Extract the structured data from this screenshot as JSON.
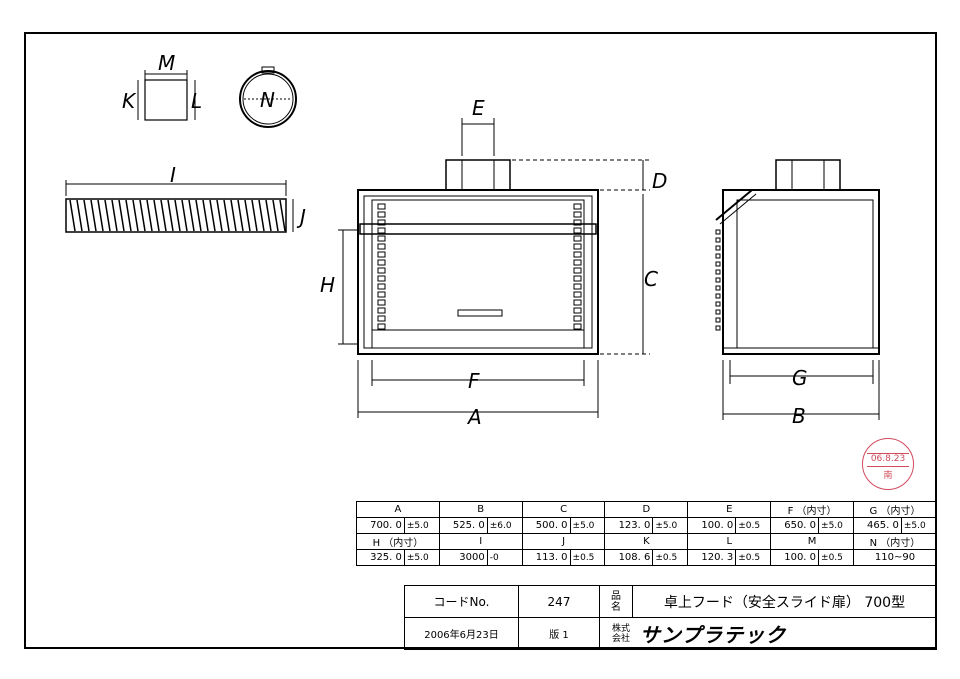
{
  "labels": {
    "A": "A",
    "B": "B",
    "C": "C",
    "D": "D",
    "E": "E",
    "F": "F",
    "G": "G",
    "H": "H",
    "I": "I",
    "J": "J",
    "K": "K",
    "L": "L",
    "M": "M",
    "N": "N"
  },
  "spec_table": {
    "row1_headers": [
      "A",
      "B",
      "C",
      "D",
      "E",
      "F （内寸）",
      "G （内寸）"
    ],
    "row1_values": [
      {
        "val": "700. 0",
        "tol": "±5.0"
      },
      {
        "val": "525. 0",
        "tol": "±6.0"
      },
      {
        "val": "500. 0",
        "tol": "±5.0"
      },
      {
        "val": "123. 0",
        "tol": "±5.0"
      },
      {
        "val": "100. 0",
        "tol": "±0.5"
      },
      {
        "val": "650. 0",
        "tol": "±5.0"
      },
      {
        "val": "465. 0",
        "tol": "±5.0"
      }
    ],
    "row2_headers": [
      "H （内寸）",
      "I",
      "J",
      "K",
      "L",
      "M",
      "N （内寸）"
    ],
    "row2_values": [
      {
        "val": "325. 0",
        "tol": "±5.0"
      },
      {
        "val": "3000",
        "tol": "-0"
      },
      {
        "val": "113. 0",
        "tol": "±0.5"
      },
      {
        "val": "108. 6",
        "tol": "±0.5"
      },
      {
        "val": "120. 3",
        "tol": "±0.5"
      },
      {
        "val": "100. 0",
        "tol": "±0.5"
      },
      {
        "val": "110~90",
        "tol": ""
      }
    ]
  },
  "title_block": {
    "code_label": "コードNo.",
    "code_value": "247",
    "hinmei_label_1": "品",
    "hinmei_label_2": "名",
    "product_name": "卓上フード（安全スライド扉） 700型",
    "date": "2006年6月23日",
    "version": "版 1",
    "company_prefix_1": "株式",
    "company_prefix_2": "会社",
    "company_name": "サンプラテック"
  },
  "stamp": {
    "date": "06.8.23",
    "mark": "南"
  },
  "colors": {
    "line": "#000000",
    "stamp": "#d04a5a"
  }
}
